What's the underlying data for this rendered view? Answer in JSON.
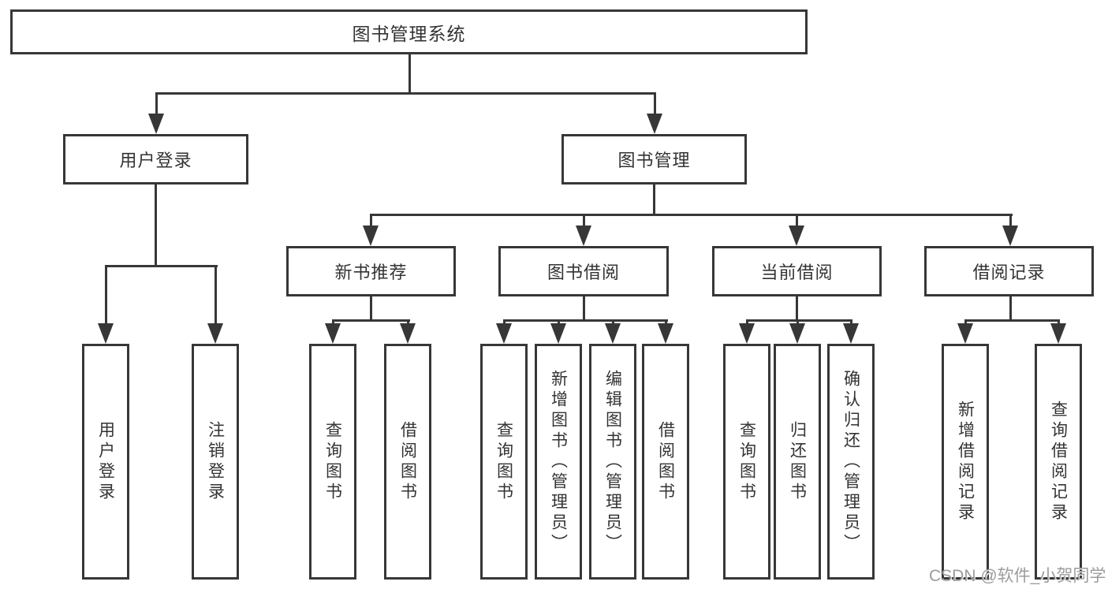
{
  "diagram": {
    "title": "图书管理系统",
    "tree": {
      "label": "图书管理系统",
      "children": [
        {
          "label": "用户登录",
          "children": [
            {
              "label": "用户登录"
            },
            {
              "label": "注销登录"
            }
          ]
        },
        {
          "label": "图书管理",
          "children": [
            {
              "label": "新书推荐",
              "children": [
                {
                  "label": "查询图书"
                },
                {
                  "label": "借阅图书"
                }
              ]
            },
            {
              "label": "图书借阅",
              "children": [
                {
                  "label": "查询图书"
                },
                {
                  "label": "新增图书（管理员）"
                },
                {
                  "label": "编辑图书（管理员）"
                },
                {
                  "label": "借阅图书"
                }
              ]
            },
            {
              "label": "当前借阅",
              "children": [
                {
                  "label": "查询图书"
                },
                {
                  "label": "归还图书"
                },
                {
                  "label": "确认归还（管理员）"
                }
              ]
            },
            {
              "label": "借阅记录",
              "children": [
                {
                  "label": "新增借阅记录"
                },
                {
                  "label": "查询借阅记录"
                }
              ]
            }
          ]
        }
      ]
    }
  },
  "watermark": {
    "text": "CSDN @软件_小贺同学"
  },
  "colors": {
    "line": "#373737",
    "text": "#333333",
    "watermark": "#9c9c9c",
    "background": "#ffffff"
  }
}
